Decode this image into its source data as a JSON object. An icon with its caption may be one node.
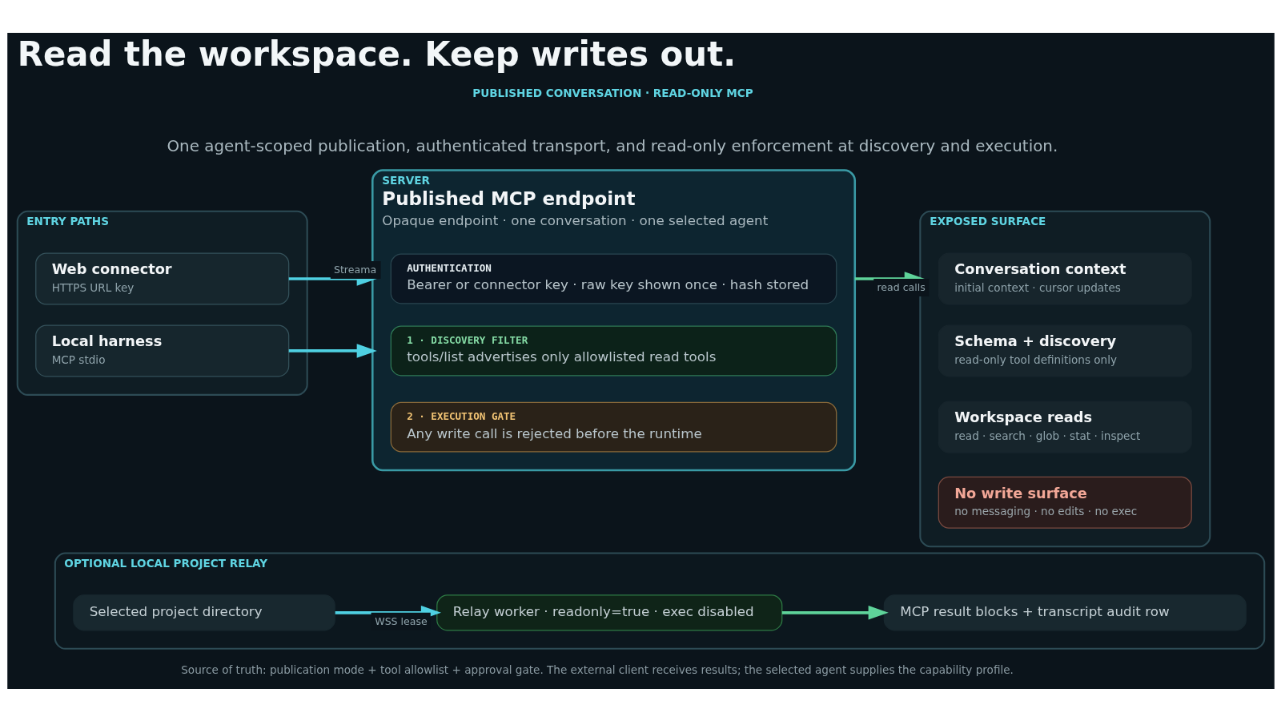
{
  "diagram": {
    "title": "Read the workspace. Keep writes out.",
    "nodes": [
      {
        "text": [
          "ENTRY PATHS"
        ]
      },
      {
        "text": [
          "Web connector",
          "HTTPS URL key"
        ],
        "in": 0
      },
      {
        "text": [
          "Local harness",
          "MCP stdio"
        ],
        "in": 0
      },
      {
        "text": [
          "SERVER",
          "Published MCP endpoint",
          "Opaque endpoint · one conversation · one selected agent"
        ]
      },
      {
        "text": [
          "AUTHENTICATION",
          "Bearer or connector key · raw key shown once · hash stored"
        ],
        "in": 3
      },
      {
        "text": [
          "1 · DISCOVERY FILTER",
          "tools/list advertises only allowlisted read tools"
        ],
        "in": 3
      },
      {
        "text": [
          "2 · EXECUTION GATE",
          "Any write call is rejected before the runtime"
        ],
        "in": 3
      },
      {
        "text": [
          "EXPOSED SURFACE"
        ]
      },
      {
        "text": [
          "Conversation context",
          "initial context · cursor updates"
        ],
        "in": 7
      },
      {
        "text": [
          "Schema + discovery",
          "read-only tool definitions only"
        ],
        "in": 7
      },
      {
        "text": [
          "Workspace reads",
          "read · search · glob · stat · inspect"
        ],
        "in": 7
      },
      {
        "text": [
          "No write surface",
          "no messaging · no edits · no exec"
        ],
        "in": 7
      },
      {
        "text": [
          "OPTIONAL LOCAL PROJECT RELAY"
        ]
      },
      {
        "text": [
          "Selected project directory"
        ],
        "in": 12
      },
      {
        "text": [
          "Relay worker · readonly=true · exec disabled"
        ],
        "in": 12
      },
      {
        "text": [
          "MCP result blocks + transcript audit row"
        ],
        "in": 12
      }
    ],
    "edges": [
      {
        "from": 1,
        "to": 3,
        "arrow": "to",
        "label": "Streama"
      },
      {
        "from": 2,
        "to": 3,
        "arrow": "to"
      },
      {
        "from": 3,
        "to": 7,
        "arrow": "to",
        "label": "read calls",
        "color": "#5fd39a"
      },
      {
        "from": 13,
        "to": 14,
        "arrow": "to",
        "label": "WSS lease"
      },
      {
        "from": 14,
        "to": 15,
        "arrow": "to",
        "color": "#5fd39a"
      }
    ],
    "labels": [
      "PUBLISHED CONVERSATION · READ-ONLY MCP",
      "One agent-scoped publication, authenticated transport, and read-only enforcement at discovery and execution.",
      "Source of truth: publication mode + tool allowlist + approval gate. The external client receives results; the selected agent supplies the capability profile."
    ]
  }
}
